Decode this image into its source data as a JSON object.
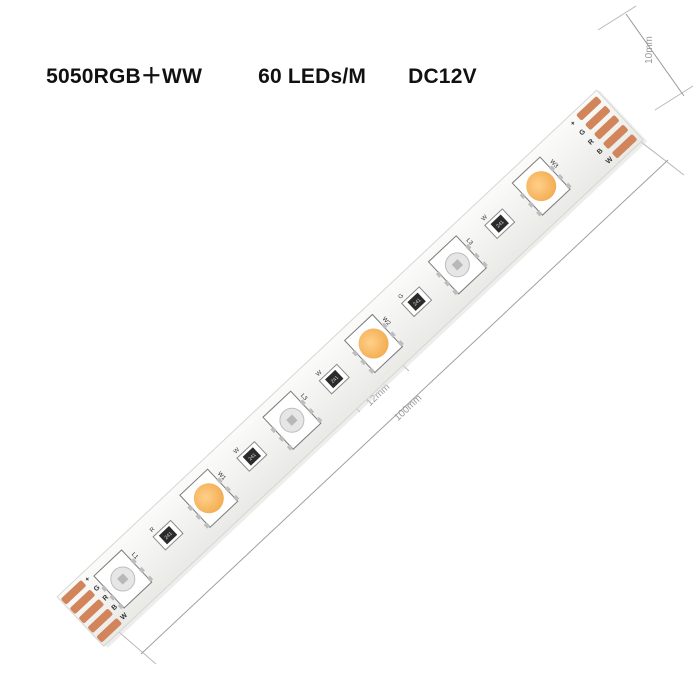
{
  "header": {
    "led_type": "5050RGB＋WW",
    "density": "60 LEDs/M",
    "voltage": "DC12V"
  },
  "dimensions": {
    "width": "10mm",
    "led_pitch": "12mm",
    "segment_length": "100mm"
  },
  "pads": [
    "+",
    "G",
    "R",
    "B",
    "W"
  ],
  "leds": [
    {
      "label": "L1",
      "type": "rgb"
    },
    {
      "label": "W1",
      "type": "warm-white"
    },
    {
      "label": "L3",
      "type": "rgb"
    },
    {
      "label": "W2",
      "type": "warm-white"
    },
    {
      "label": "L3",
      "type": "rgb"
    },
    {
      "label": "W3",
      "type": "warm-white"
    }
  ],
  "resistors": [
    {
      "label": "R",
      "code": "241"
    },
    {
      "label": "W",
      "code": "241"
    },
    {
      "label": "W",
      "code": "241"
    },
    {
      "label": "G",
      "code": "241"
    },
    {
      "label": "W",
      "code": "241"
    }
  ],
  "colors": {
    "strip": "#f4f4f2",
    "copper_pad": "#d2845a",
    "warm_white_led": "#f6b55c",
    "rgb_led": "#e6e6e6",
    "dimension_line": "#aaaaaa"
  }
}
